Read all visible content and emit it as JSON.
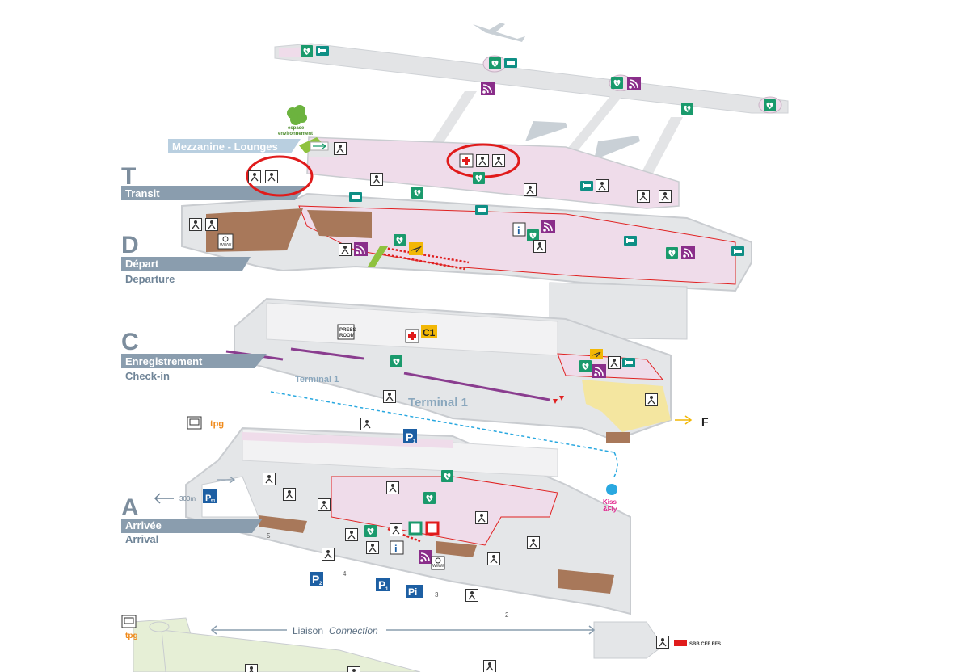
{
  "levels": {
    "mezzanine": {
      "title": "Mezzanine - Lounges"
    },
    "transit": {
      "letter": "T",
      "title": "Transit"
    },
    "depart": {
      "letter": "D",
      "title": "Départ",
      "subtitle": "Departure"
    },
    "checkin": {
      "letter": "C",
      "title": "Enregistrement",
      "subtitle": "Check-in"
    },
    "arrival": {
      "letter": "A",
      "title": "Arrivée",
      "subtitle": "Arrival"
    }
  },
  "labels": {
    "espace_env_line1": "espace",
    "espace_env_line2": "environnement",
    "terminal1_small": "Terminal 1",
    "terminal1_large": "Terminal 1",
    "press_room_line1": "PRESS",
    "press_room_line2": "ROOM",
    "c1": "C1",
    "f_exit": "F",
    "tpg": "tpg",
    "tpg2": "tpg",
    "p1_top": "P",
    "p1_top_sub": "1",
    "p1_bottom": "P",
    "p1_bottom_sub": "1",
    "p2": "P",
    "p2_sub": "2",
    "p51": "P",
    "p51_sub": "51",
    "pi": "Pi",
    "distance": "300m",
    "kissfly_line1": "Kiss",
    "kissfly_line2": "&Fly",
    "connection_fr": "Liaison",
    "connection_en": "Connection",
    "sbb": "SBB CFF FFS",
    "www1": "WWW",
    "www2": "WWW",
    "door5": "5",
    "door4": "4",
    "door3": "3",
    "door2": "2"
  },
  "colors": {
    "airside_pink": "#efdcea",
    "landside_gray": "#e4e6e8",
    "floor_outline": "#c9ccd0",
    "brown_zone": "#a8785a",
    "yellow_zone": "#f4e6a0",
    "green_zone": "#e6efd6",
    "level_banner": "#8a9dae",
    "mezzanine_banner": "#b9cfe0",
    "red_line": "#e02020",
    "highlight_circle": "#e01b1b",
    "tpg_orange": "#f08a1a",
    "kissfly_pink": "#e2208b"
  },
  "icons": [
    "defibrillator-icon",
    "lounge-icon",
    "wifi-icon",
    "baby-care-icon",
    "medical-cross-icon",
    "smoking-area-icon",
    "prayer-room-icon",
    "information-icon",
    "toilet-icon",
    "taxi-icon",
    "bus-icon",
    "parking-icon",
    "escalator-icon",
    "gate-icon"
  ]
}
